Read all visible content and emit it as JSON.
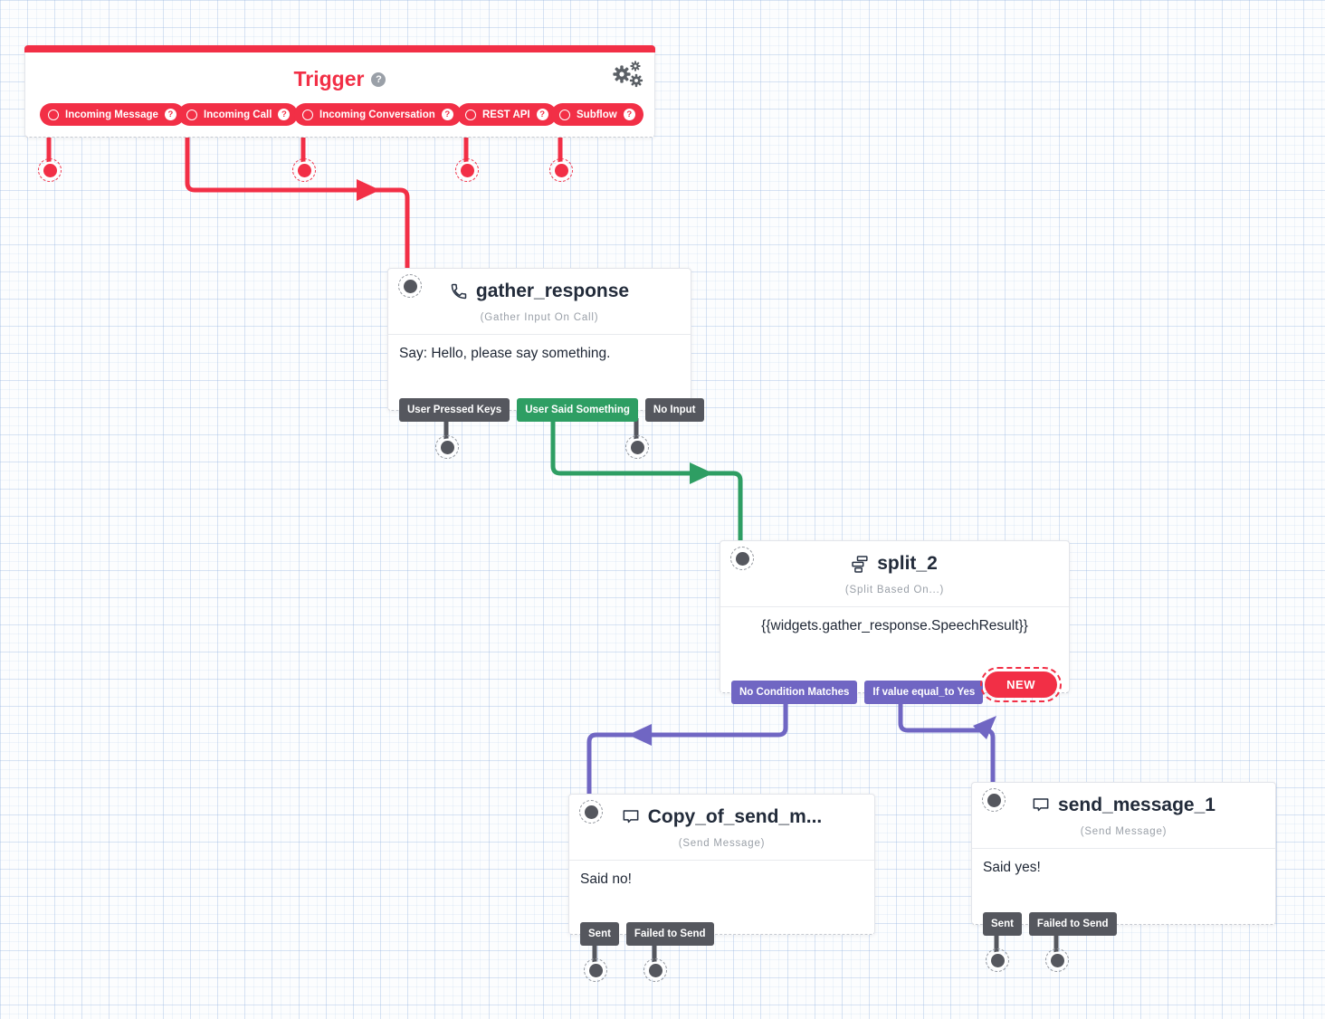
{
  "colors": {
    "red": "#f22f46",
    "green": "#2e9e63",
    "purple": "#7066c3",
    "tag_gray": "#55575e",
    "title_text": "#222b3a",
    "subtitle_text": "#9aa0a8",
    "card_border": "#e3e5ea"
  },
  "trigger": {
    "title": "Trigger",
    "help_glyph": "?",
    "pills": [
      {
        "label": "Incoming Message"
      },
      {
        "label": "Incoming Call"
      },
      {
        "label": "Incoming Conversation"
      },
      {
        "label": "REST API"
      },
      {
        "label": "Subflow"
      }
    ]
  },
  "widgets": {
    "gather_response": {
      "title": "gather_response",
      "type_label": "(Gather Input On Call)",
      "icon": "phone-icon",
      "body": "Say: Hello, please say something.",
      "outputs": [
        {
          "label": "User Pressed Keys"
        },
        {
          "label": "User Said Something"
        },
        {
          "label": "No Input"
        }
      ]
    },
    "split_2": {
      "title": "split_2",
      "type_label": "(Split Based On...)",
      "icon": "split-icon",
      "body": "{{widgets.gather_response.SpeechResult}}",
      "outputs": [
        {
          "label": "No Condition Matches"
        },
        {
          "label": "If value equal_to Yes"
        }
      ],
      "new_button_label": "NEW"
    },
    "copy_of_send_message": {
      "title": "Copy_of_send_m...",
      "type_label": "(Send Message)",
      "icon": "chat-bubble-icon",
      "body": "Said no!",
      "outputs": [
        {
          "label": "Sent"
        },
        {
          "label": "Failed to Send"
        }
      ]
    },
    "send_message_1": {
      "title": "send_message_1",
      "type_label": "(Send Message)",
      "icon": "chat-bubble-icon",
      "body": "Said yes!",
      "outputs": [
        {
          "label": "Sent"
        },
        {
          "label": "Failed to Send"
        }
      ]
    }
  },
  "connections": [
    {
      "from": "Trigger / Incoming Call",
      "to": "gather_response",
      "color": "#f22f46"
    },
    {
      "from": "gather_response / User Said Something",
      "to": "split_2",
      "color": "#2e9e63"
    },
    {
      "from": "split_2 / No Condition Matches",
      "to": "Copy_of_send_m...",
      "color": "#7066c3"
    },
    {
      "from": "split_2 / If value equal_to Yes",
      "to": "send_message_1",
      "color": "#7066c3"
    }
  ]
}
